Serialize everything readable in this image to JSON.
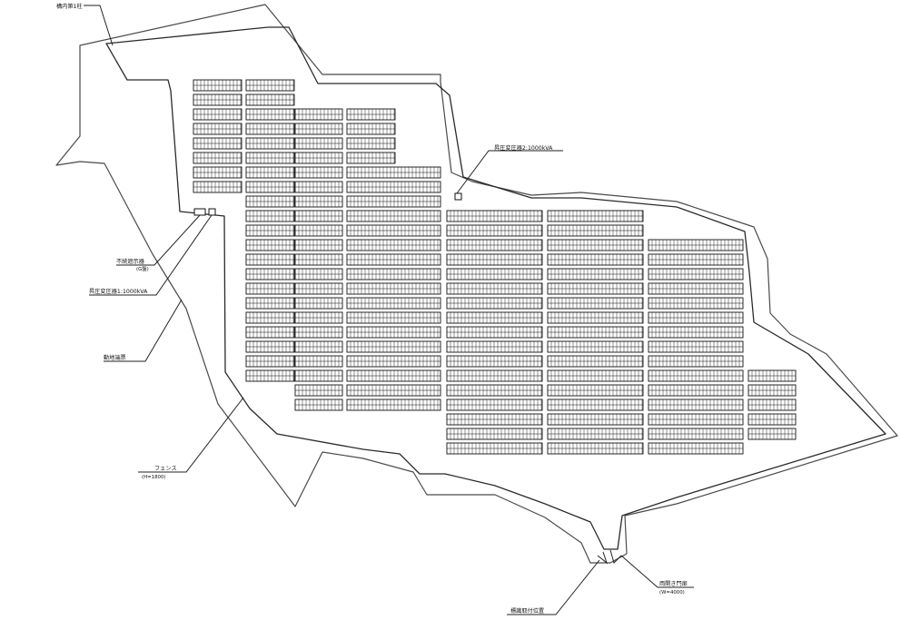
{
  "drawing": {
    "labels": {
      "pole": "構内第1柱",
      "transformer_2": "昇圧変圧器2:1000kVA",
      "weather_panel": "不続遮示器",
      "weather_panel_sub": "(G盤)",
      "transformer_1": "昇圧変圧器1:1000kVA",
      "meter": "動地端票",
      "fence": "フェンス",
      "fence_sub": "(H=1800)",
      "gate": "両開き門扉",
      "gate_sub": "(W=4000)",
      "sign": "標識取付位置"
    }
  }
}
